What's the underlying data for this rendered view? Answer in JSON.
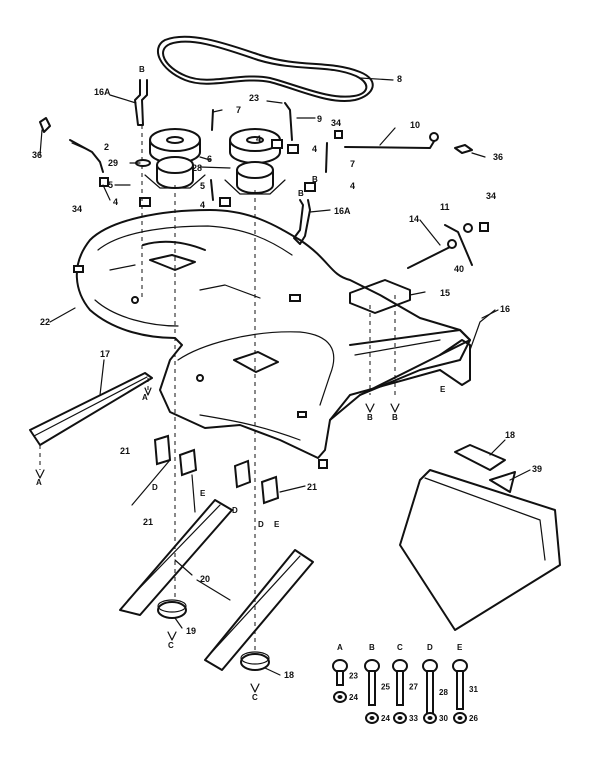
{
  "callouts": {
    "c_16A_top": "16A",
    "c_2": "2",
    "c_36_left": "36",
    "c_29": "29",
    "c_5_left": "5",
    "c_4_left": "4",
    "c_34_left": "34",
    "c_7_top": "7",
    "c_4_a": "4",
    "c_6": "6",
    "c_28": "28",
    "c_5_mid": "5",
    "c_4_b": "4",
    "c_23": "23",
    "c_8": "8",
    "c_9": "9",
    "c_4_c": "4",
    "c_7_right": "7",
    "c_4_d": "4",
    "c_34_mid": "34",
    "c_10": "10",
    "c_36_right": "36",
    "c_16A_right": "16A",
    "c_34_right": "34",
    "c_11": "11",
    "c_14": "14",
    "c_40": "40",
    "c_15": "15",
    "c_16": "16",
    "c_22": "22",
    "c_17": "17",
    "c_21_a": "21",
    "c_21_b": "21",
    "c_21_c": "21",
    "c_20": "20",
    "c_19": "19",
    "c_18_lower": "18",
    "c_18_right": "18",
    "c_39": "39"
  },
  "letters": {
    "B_top": "B",
    "B_r1": "B",
    "B_r2": "B",
    "A_mid": "A",
    "A_low": "A",
    "D_1": "D",
    "E_1": "E",
    "D_2": "D",
    "D_3": "D",
    "E_2": "E",
    "C_1": "C",
    "C_2": "C",
    "B_bot1": "B",
    "B_bot2": "B",
    "E_r": "E"
  },
  "hardware_legend": [
    {
      "letter": "A",
      "part": "23",
      "nut": "24"
    },
    {
      "letter": "B",
      "part": "25",
      "nut": "24"
    },
    {
      "letter": "C",
      "part": "27",
      "nut": "33"
    },
    {
      "letter": "D",
      "part": "28",
      "nut": "30"
    },
    {
      "letter": "E",
      "part": "31",
      "nut": "26"
    }
  ]
}
